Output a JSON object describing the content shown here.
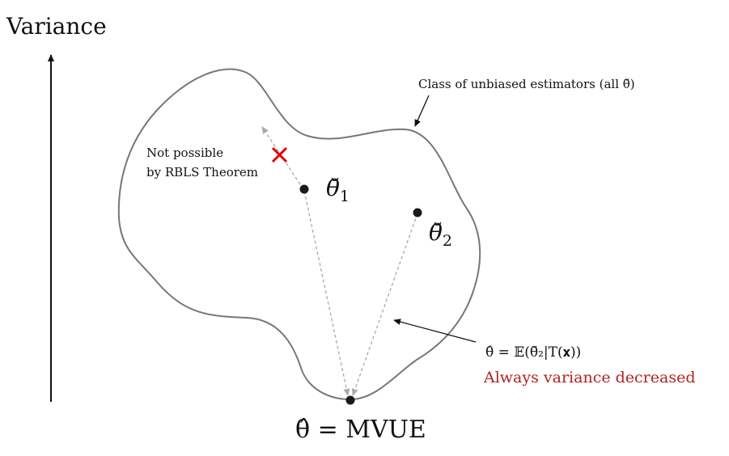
{
  "axis": {
    "label": "Variance"
  },
  "class_label": {
    "text": "Class of unbiased estimators (all θ̆)"
  },
  "not_possible": {
    "line1": "Not possible",
    "line2": "by RBLS Theorem"
  },
  "estimators": {
    "theta1": {
      "symbol": "θ̆",
      "subscript": "1"
    },
    "theta2": {
      "symbol": "θ̆",
      "subscript": "2"
    }
  },
  "mvue": {
    "label": "θ̂ = MVUE"
  },
  "rbls": {
    "formula": "θ̂ = 𝔼(θ̆₂|T(𝐱))",
    "note": "Always variance decreased"
  },
  "colors": {
    "outline": "#777777",
    "dashed": "#aaaaaa",
    "point": "#1a1a1a",
    "cross": "#e00000",
    "note": "#b22222",
    "text": "#111111"
  }
}
